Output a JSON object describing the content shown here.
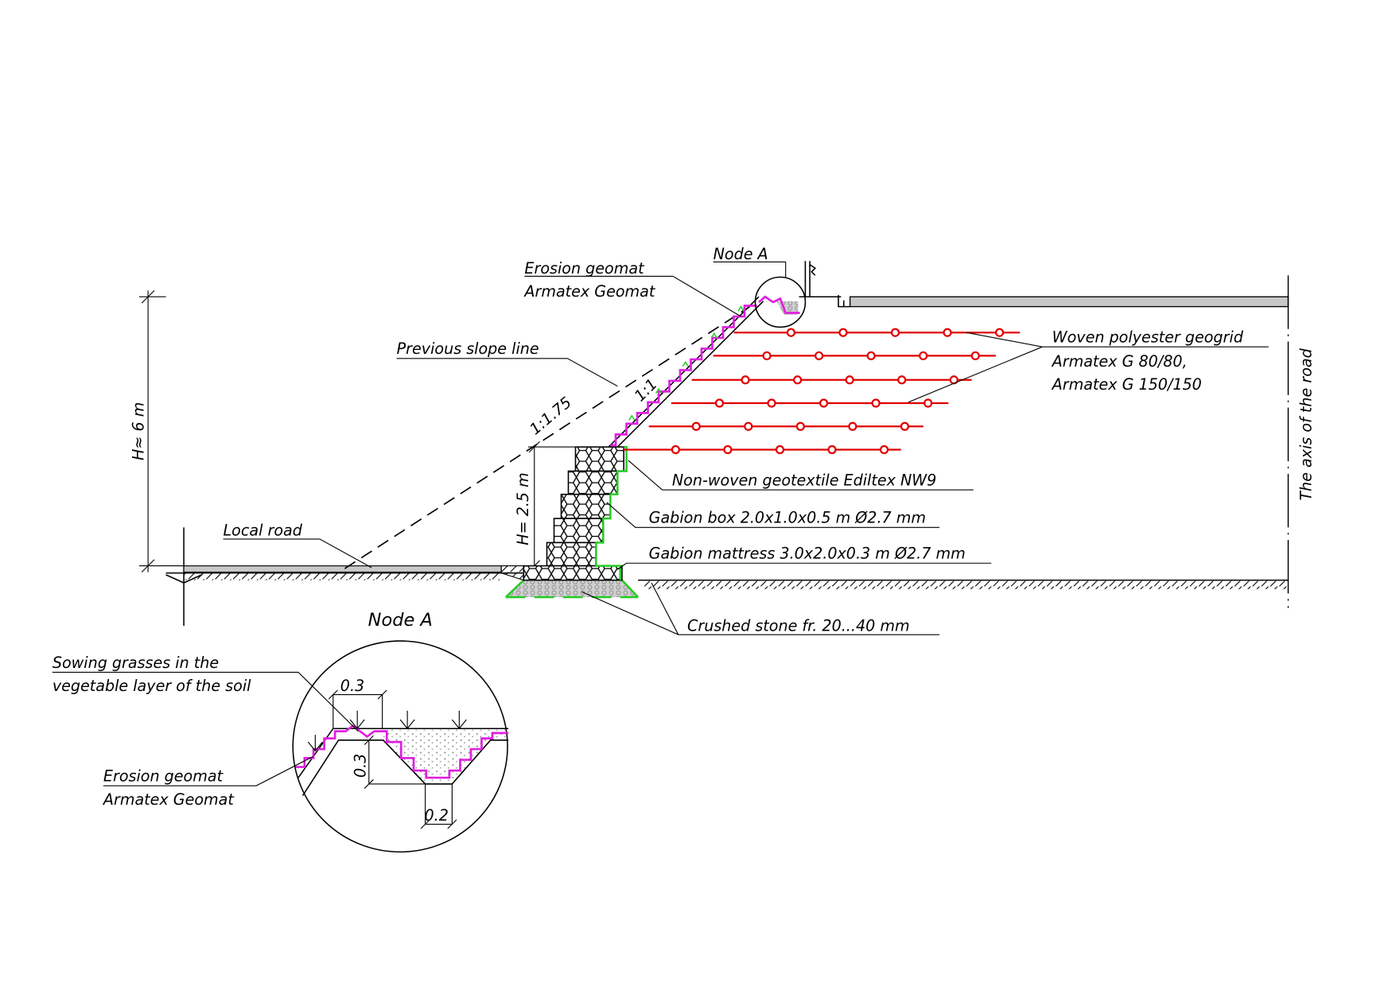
{
  "labels": {
    "node_a": "Node  A",
    "erosion_geomat_1": "Erosion geomat",
    "erosion_geomat_2": "Armatex Geomat",
    "previous_slope": "Previous slope line",
    "geogrid_1": "Woven polyester geogrid",
    "geogrid_2": "Armatex G  80/80,",
    "geogrid_3": "Armatex G 150/150",
    "geotextile": "Non-woven geotextile Ediltex NW9",
    "gabion_box": "Gabion box 2.0x1.0x0.5 m Ø2.7 mm",
    "gabion_mattress": "Gabion mattress 3.0x2.0x0.3 m Ø2.7 mm",
    "crushed_stone": "Crushed stone fr. 20...40 mm",
    "local_road": "Local road",
    "road_axis": "The axis of the road",
    "height_total": "H≈ 6 m",
    "height_gabion": "H= 2.5 m",
    "slope_prev": "1:1.75",
    "slope_new": "1:1"
  },
  "detail": {
    "title": "Node  A",
    "sowing_1": "Sowing grasses in the",
    "sowing_2": "vegetable layer of the soil",
    "geomat_1": "Erosion geomat",
    "geomat_2": "Armatex Geomat",
    "dim_top": "0.3",
    "dim_depth": "0.3",
    "dim_bottom": "0.2"
  },
  "colors": {
    "geogrid": "#e00000",
    "geomat": "#e020e0",
    "geotextile": "#22cc22"
  }
}
